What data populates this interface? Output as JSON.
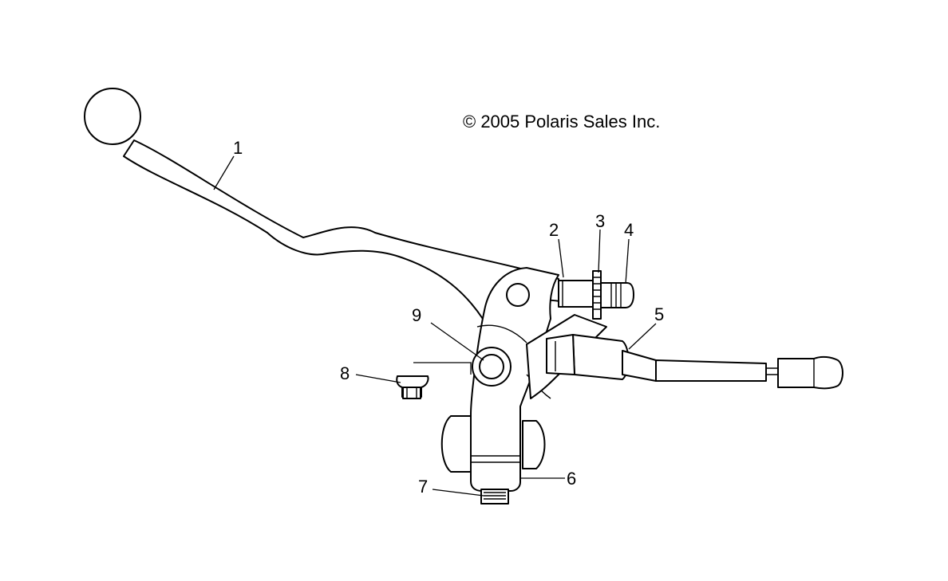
{
  "copyright": "© 2005 Polaris Sales Inc.",
  "callouts": [
    "1",
    "2",
    "3",
    "4",
    "5",
    "6",
    "7",
    "8",
    "9"
  ],
  "colors": {
    "line": "#000000",
    "background": "#ffffff"
  }
}
